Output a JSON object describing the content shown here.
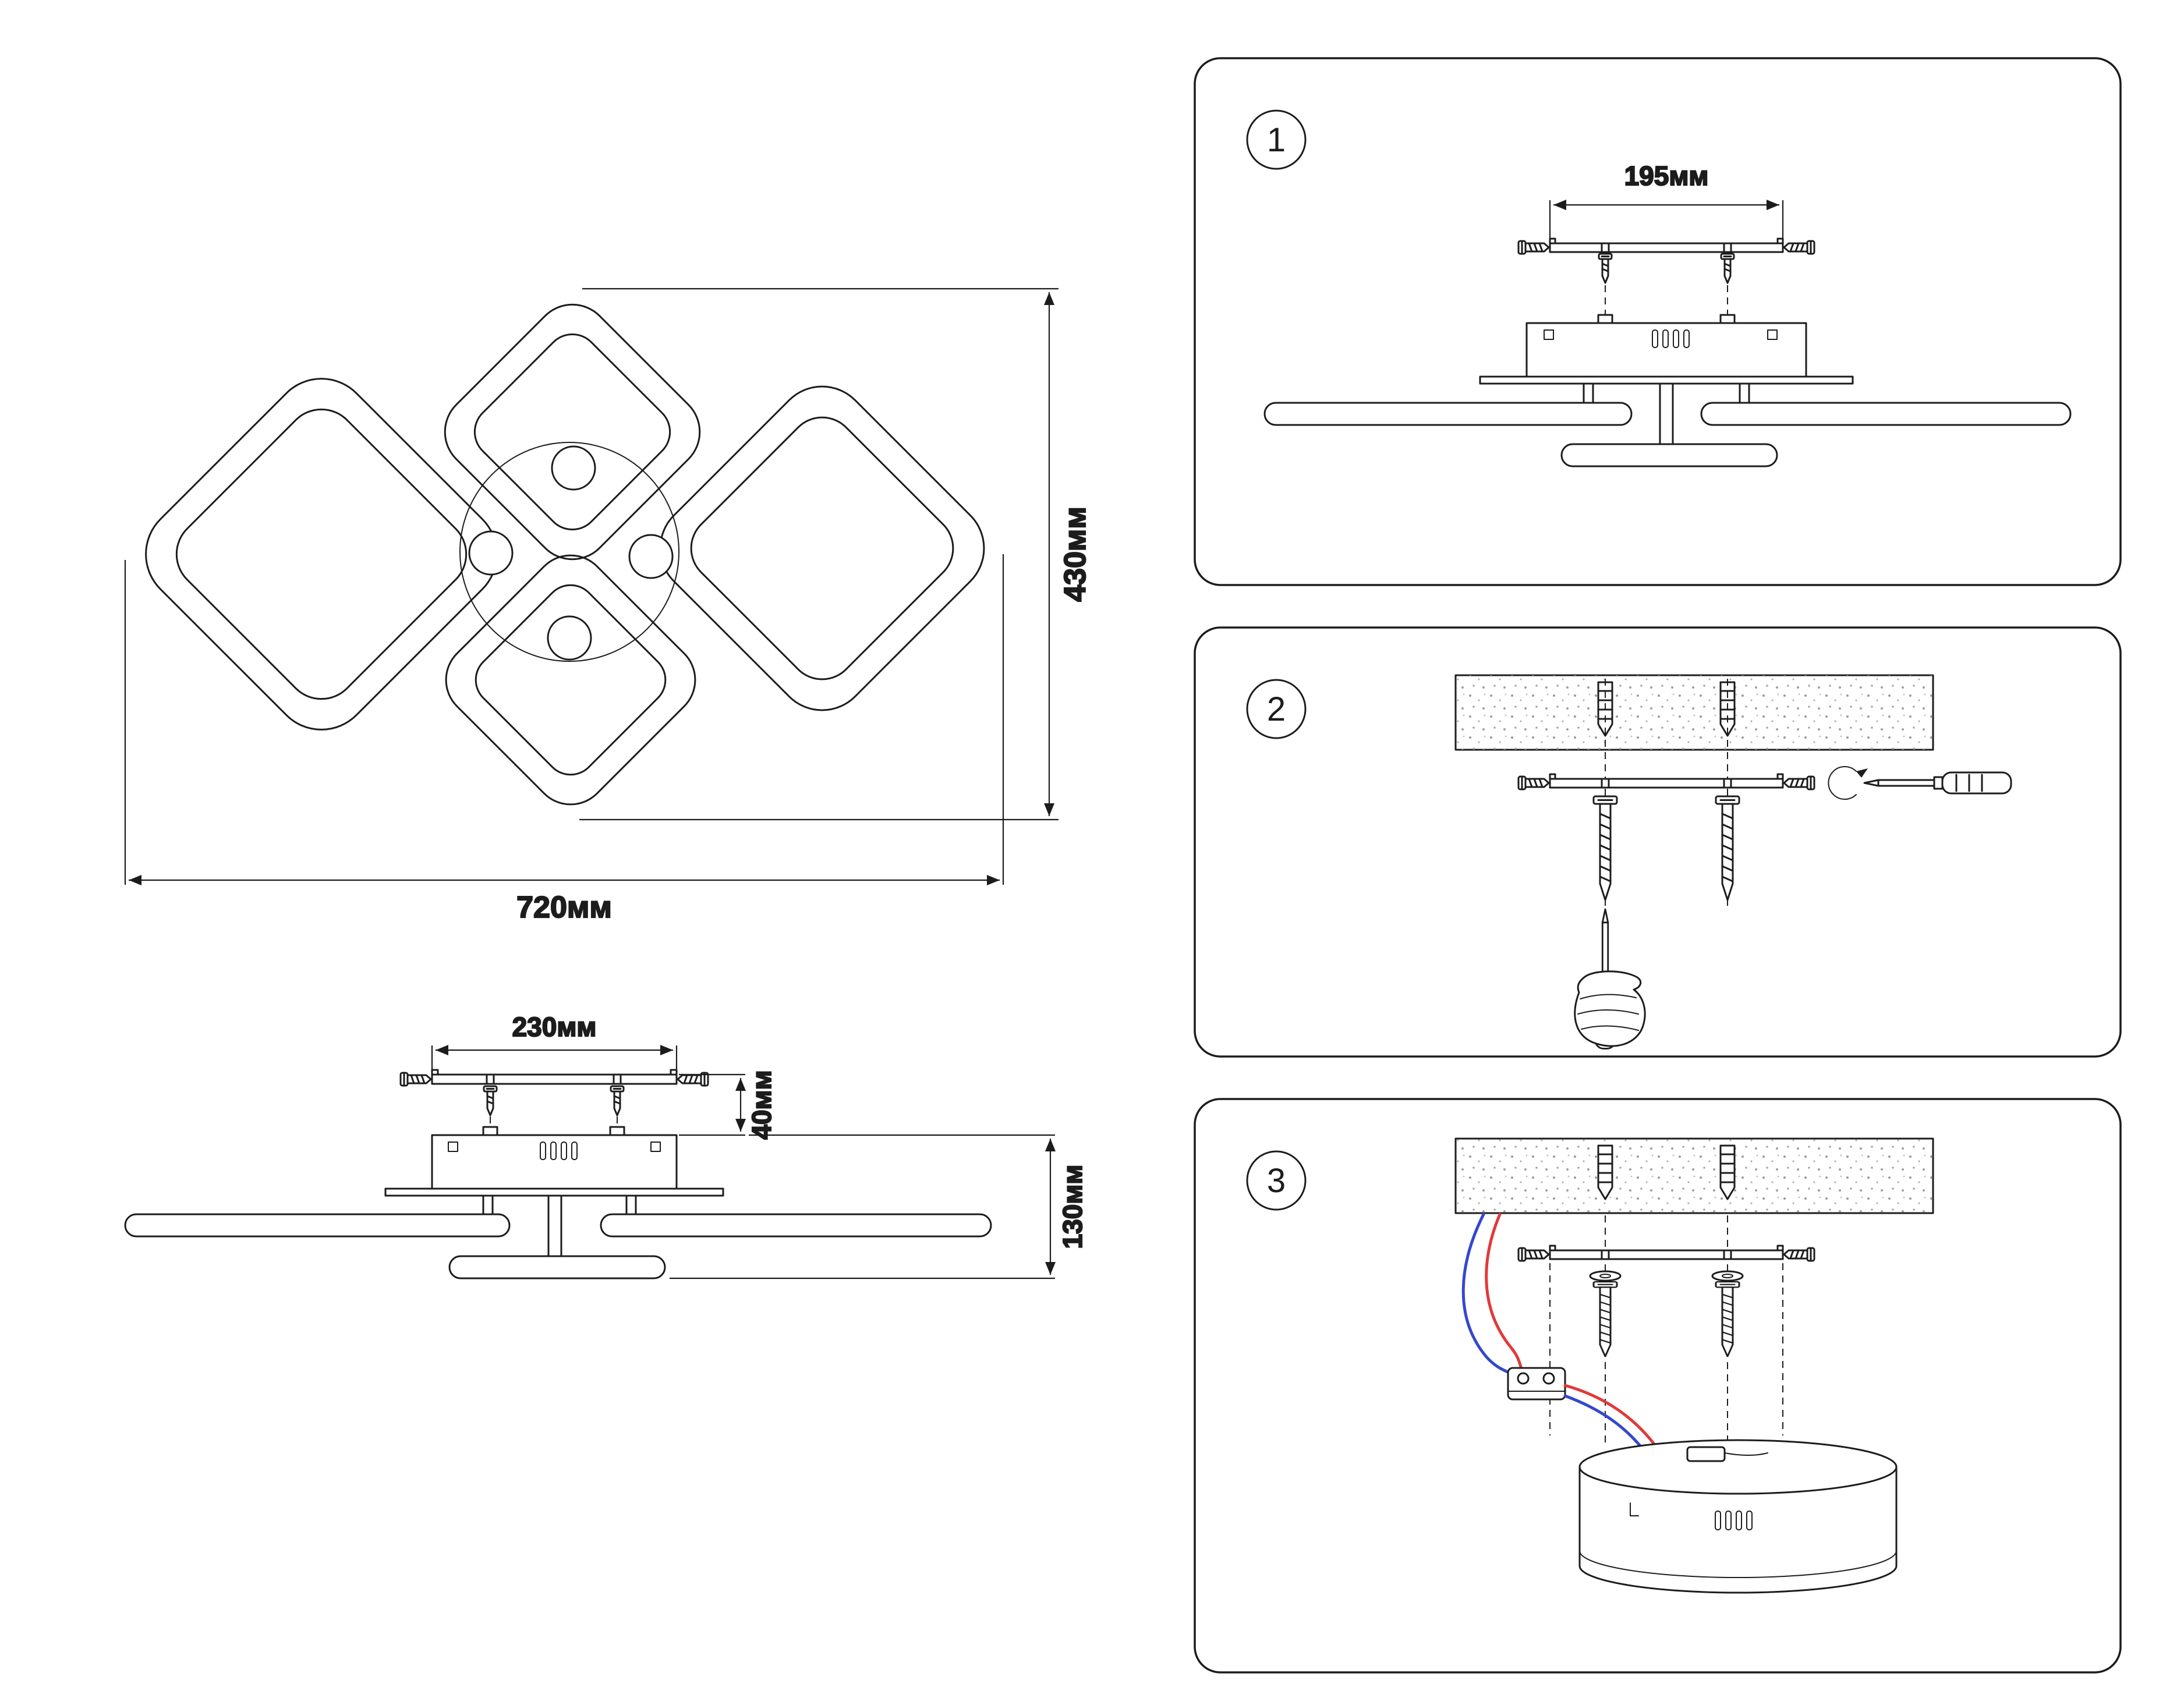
{
  "main_view": {
    "width_label": "720мм",
    "height_label": "430мм"
  },
  "side_view": {
    "bracket_width_label": "230мм",
    "bracket_offset_label": "40мм",
    "total_height_label": "130мм"
  },
  "steps": [
    {
      "number": "1",
      "bracket_width_label": "195мм"
    },
    {
      "number": "2"
    },
    {
      "number": "3"
    }
  ],
  "colors": {
    "line": "#1c1c1c",
    "wire_blue": "#3347cf",
    "wire_red": "#e03a3a"
  }
}
